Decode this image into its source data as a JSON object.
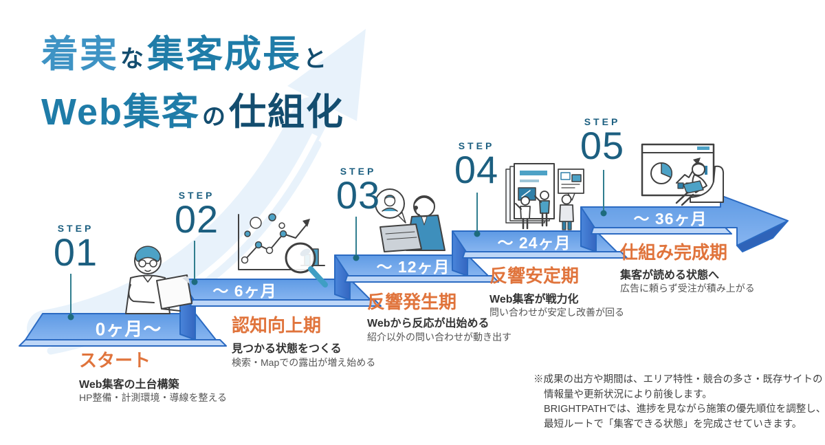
{
  "title": {
    "l1a": "着実",
    "l1b": "な",
    "l1c": "集客成長",
    "l1d": "と",
    "l2a": "Web集客",
    "l2b": "の",
    "l2c": "仕組化"
  },
  "steps": [
    {
      "label": "STEP",
      "number": "01",
      "period": "0ヶ月〜",
      "title": "スタート",
      "subtitle": "Web集客の土台構築",
      "description": "HP整備・計測環境・導線を整える",
      "illustration": "man-with-laptop"
    },
    {
      "label": "STEP",
      "number": "02",
      "period": "〜 6ヶ月",
      "title": "認知向上期",
      "subtitle": "見つかる状態をつくる",
      "description": "検索・Mapでの露出が増え始める",
      "illustration": "chart-magnifier"
    },
    {
      "label": "STEP",
      "number": "03",
      "period": "〜 12ヶ月",
      "title": "反響発生期",
      "subtitle": "Webから反応が出始める",
      "description": "紹介以外の問い合わせが動き出す",
      "illustration": "support-operator"
    },
    {
      "label": "STEP",
      "number": "04",
      "period": "〜 24ヶ月",
      "title": "反響安定期",
      "subtitle": "Web集客が戦力化",
      "description": "問い合わせが安定し改善が回る",
      "illustration": "team-review-boards"
    },
    {
      "label": "STEP",
      "number": "05",
      "period": "〜 36ヶ月",
      "title": "仕組み完成期",
      "subtitle": "集客が読める状態へ",
      "description": "広告に頼らず受注が積み上がる",
      "illustration": "analytics-relax"
    }
  ],
  "note": {
    "line1": "※成果の出方や期間は、エリア特性・競合の多さ・既存サイトの",
    "line2": "情報量や更新状況により前後します。",
    "line3": "BRIGHTPATHでは、進捗を見ながら施策の優先順位を調整し、",
    "line4": "最短ルートで「集客できる状態」を完成させていきます。"
  },
  "colors": {
    "accent_orange": "#e0743c",
    "step_label_blue": "#1c5f80",
    "band_face_blue": "#5e9ae4",
    "band_riser_blue": "#3d76cf",
    "band_strip_blue": "#bdd6f7",
    "title_light_blue": "#3e93c4",
    "title_mid_blue": "#1f7ca8",
    "title_dark_blue": "#134d6f",
    "illustration_teal": "#4da2c6",
    "background_swoosh": "#e8f2fb"
  }
}
